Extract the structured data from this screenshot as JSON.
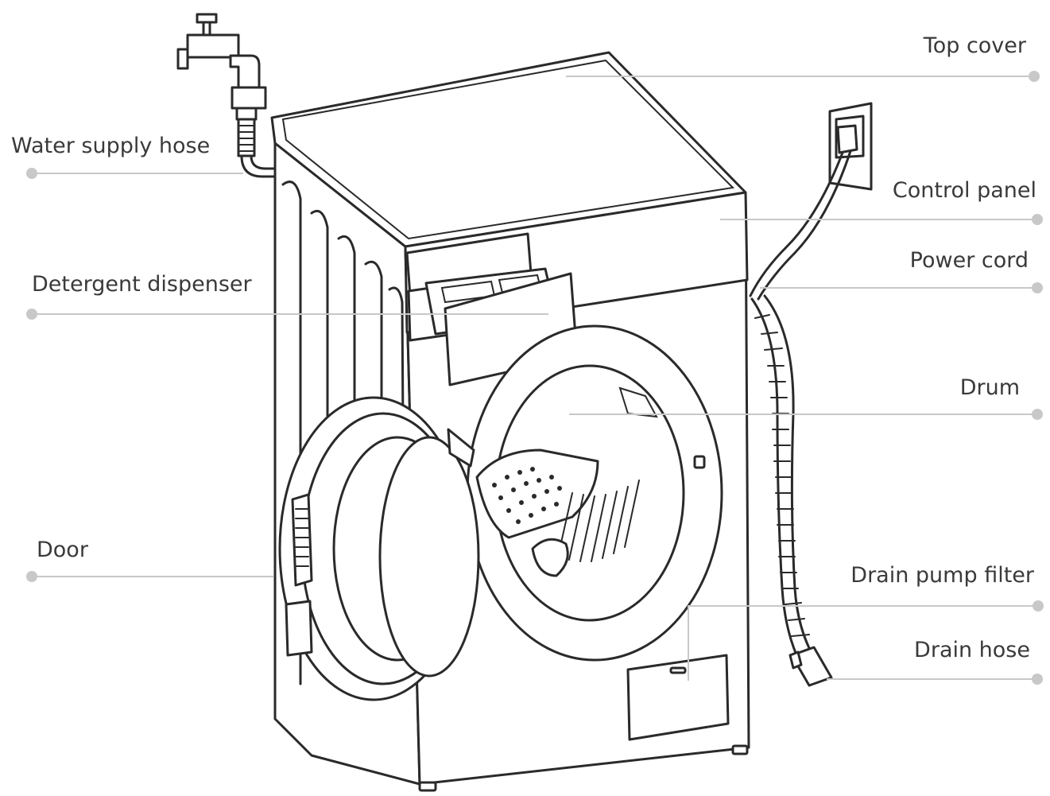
{
  "diagram": {
    "subject": "washing-machine",
    "labels": {
      "water_supply_hose": "Water supply hose",
      "detergent_dispenser": "Detergent dispenser",
      "door": "Door",
      "top_cover": "Top cover",
      "control_panel": "Control panel",
      "power_cord": "Power cord",
      "drum": "Drum",
      "drain_pump_filter": "Drain pump filter",
      "drain_hose": "Drain hose"
    },
    "colors": {
      "outline": "#2a2a2a",
      "leader_line": "#c8c8c8",
      "label_text": "#3a3a3a",
      "background": "#ffffff"
    }
  }
}
